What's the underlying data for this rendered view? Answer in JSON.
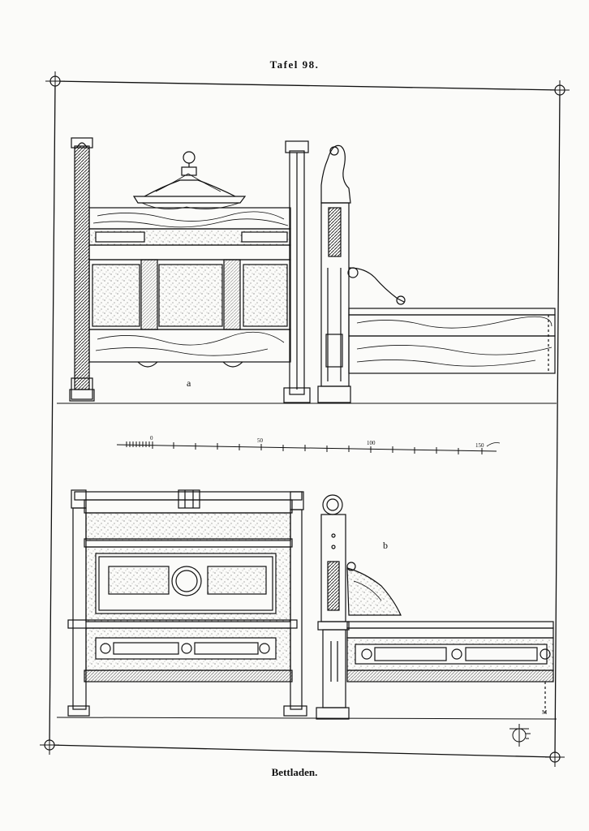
{
  "plate": {
    "title": "Tafel 98.",
    "caption": "Bettladen.",
    "figure_a_label": "a",
    "figure_b_label": "b",
    "scale_ticks": [
      "0",
      "50",
      "100",
      "150"
    ],
    "dimension_mark": "M"
  }
}
